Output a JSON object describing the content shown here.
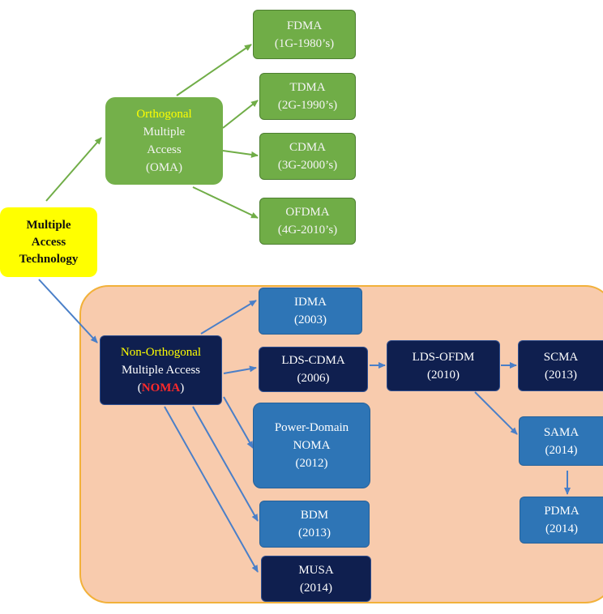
{
  "root": {
    "label_lines": [
      "Multiple",
      "Access",
      "Technology"
    ]
  },
  "oma": {
    "highlight": "Orthogonal",
    "lines": [
      "Multiple",
      "Access",
      "(OMA)"
    ]
  },
  "oma_children": [
    {
      "name": "FDMA",
      "sub": "(1G-1980’s)"
    },
    {
      "name": "TDMA",
      "sub": "(2G-1990’s)"
    },
    {
      "name": "CDMA",
      "sub": "(3G-2000’s)"
    },
    {
      "name": "OFDMA",
      "sub": "(4G-2010’s)"
    }
  ],
  "noma": {
    "highlight": "Non-Orthogonal",
    "line2": "Multiple Access",
    "paren_open": "(",
    "acronym": "NOMA",
    "paren_close": ")"
  },
  "noma_children": {
    "idma": {
      "name": "IDMA",
      "sub": "(2003)"
    },
    "lds_cdma": {
      "name": "LDS-CDMA",
      "sub": "(2006)"
    },
    "pd_noma": {
      "lines": [
        "Power-Domain",
        "NOMA",
        "(2012)"
      ]
    },
    "bdm": {
      "name": "BDM",
      "sub": "(2013)"
    },
    "musa": {
      "name": "MUSA",
      "sub": "(2014)"
    },
    "lds_ofdm": {
      "name": "LDS-OFDM",
      "sub": "(2010)"
    },
    "scma": {
      "name": "SCMA",
      "sub": "(2013)"
    },
    "sama": {
      "name": "SAMA",
      "sub": "(2014)"
    },
    "pdma": {
      "name": "PDMA",
      "sub": "(2014)"
    }
  },
  "colors": {
    "green": "#70ad47",
    "yellow": "#ffff00",
    "blue": "#2e75b6",
    "navy": "#0f1f4f",
    "region_fill": "#f8cbad",
    "region_border": "#f2b13a",
    "arrow_green": "#70ad47",
    "arrow_blue": "#4a7fc8"
  }
}
